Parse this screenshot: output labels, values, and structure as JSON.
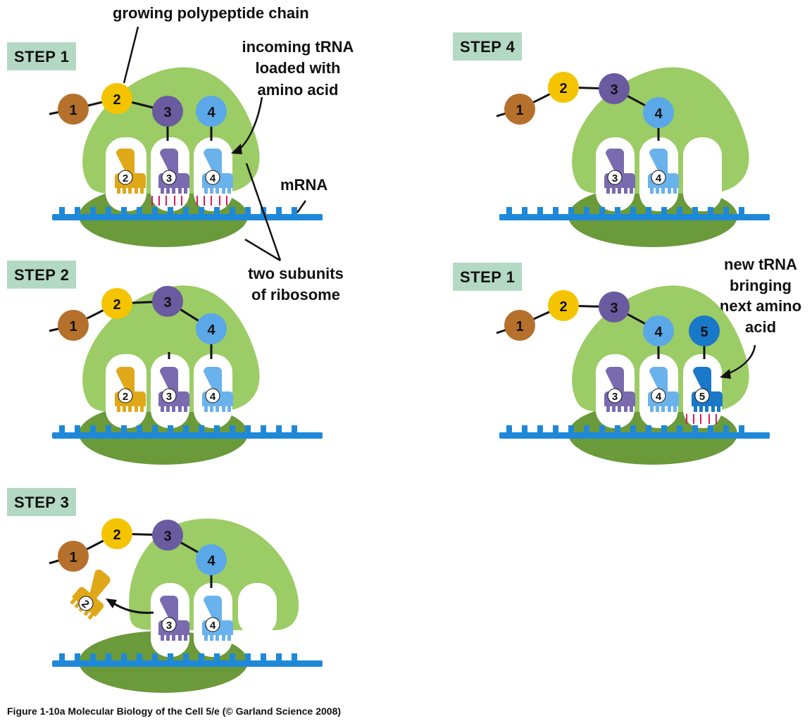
{
  "steps": {
    "s1": "STEP 1",
    "s2": "STEP 2",
    "s3": "STEP 3",
    "s4": "STEP 4",
    "s5": "STEP 1"
  },
  "labels": {
    "polypeptide": "growing polypeptide chain",
    "incoming": "incoming tRNA\nloaded with\namino acid",
    "mrna": "mRNA",
    "subunits": "two subunits\nof ribosome",
    "newtrna": "new tRNA\nbringing\nnext amino\nacid"
  },
  "caption": "Figure 1-10a  Molecular Biology of the Cell 5/e (© Garland Science 2008)",
  "amino_numbers": [
    "1",
    "2",
    "3",
    "4",
    "5"
  ],
  "colors": {
    "badge": "#b3d9c4",
    "ribosome_large": "#9ccc65",
    "ribosome_small": "#6a9a3a",
    "mrna": "#1e88d9",
    "aa1": "#b5702c",
    "aa2": "#f5c400",
    "aa3": "#6a5aa0",
    "aa4": "#5aa8e8",
    "aa5": "#1a78c8",
    "trna2": "#e0a818",
    "trna3": "#7a6ab0",
    "trna4": "#6ab2ec",
    "trna5": "#1a78c8"
  }
}
